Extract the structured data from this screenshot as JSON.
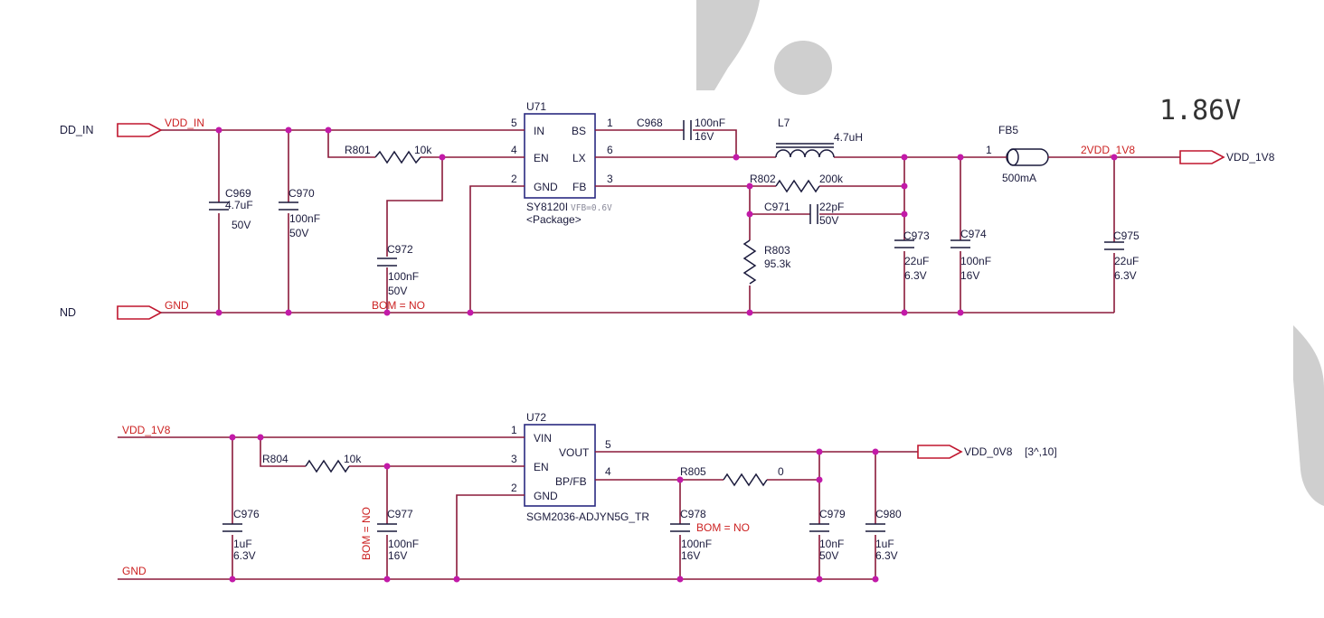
{
  "annotation": {
    "voltage": "1.86V"
  },
  "top_circuit": {
    "left_nets": {
      "vin": "DD_IN",
      "gnd": "ND"
    },
    "net_labels": {
      "vdd_in": "VDD_IN",
      "gnd": "GND",
      "vdd_1v8_node": "2VDD_1V8",
      "out": "VDD_1V8"
    },
    "ic": {
      "ref": "U71",
      "part": "SY8120I",
      "vfb": "VFB=0.6V",
      "package": "<Package>",
      "pins_left": [
        {
          "num": "5",
          "name": "IN"
        },
        {
          "num": "4",
          "name": "EN"
        },
        {
          "num": "2",
          "name": "GND"
        }
      ],
      "pins_right": [
        {
          "num": "1",
          "name": "BS"
        },
        {
          "num": "6",
          "name": "LX"
        },
        {
          "num": "3",
          "name": "FB"
        }
      ]
    },
    "components": {
      "C969": {
        "ref": "C969",
        "value": "4.7uF",
        "voltage": "50V"
      },
      "C970": {
        "ref": "C970",
        "value": "100nF",
        "voltage": "50V"
      },
      "R801": {
        "ref": "R801",
        "value": "10k"
      },
      "C972": {
        "ref": "C972",
        "value": "100nF",
        "voltage": "50V",
        "bom": "BOM = NO"
      },
      "C968": {
        "ref": "C968",
        "value": "100nF",
        "voltage": "16V"
      },
      "L7": {
        "ref": "L7",
        "value": "4.7uH"
      },
      "R802": {
        "ref": "R802",
        "value": "200k"
      },
      "C971": {
        "ref": "C971",
        "value": "22pF",
        "voltage": "50V"
      },
      "R803": {
        "ref": "R803",
        "value": "95.3k"
      },
      "C973": {
        "ref": "C973",
        "value": "22uF",
        "voltage": "6.3V"
      },
      "C974": {
        "ref": "C974",
        "value": "100nF",
        "voltage": "16V"
      },
      "FB5": {
        "ref": "FB5",
        "pin1": "1",
        "current": "500mA"
      },
      "C975": {
        "ref": "C975",
        "value": "22uF",
        "voltage": "6.3V"
      }
    }
  },
  "bottom_circuit": {
    "net_labels": {
      "vin": "VDD_1V8",
      "gnd": "GND",
      "out": "VDD_0V8",
      "out_ref": "[3^,10]"
    },
    "ic": {
      "ref": "U72",
      "part": "SGM2036-ADJYN5G_TR",
      "pins_left": [
        {
          "num": "1",
          "name": "VIN"
        },
        {
          "num": "3",
          "name": "EN"
        },
        {
          "num": "2",
          "name": "GND"
        }
      ],
      "pins_right": [
        {
          "num": "5",
          "name": "VOUT"
        },
        {
          "num": "4",
          "name": "BP/FB"
        }
      ]
    },
    "components": {
      "C976": {
        "ref": "C976",
        "value": "1uF",
        "voltage": "6.3V"
      },
      "R804": {
        "ref": "R804",
        "value": "10k"
      },
      "C977": {
        "ref": "C977",
        "value": "100nF",
        "voltage": "16V",
        "bom": "BOM = NO"
      },
      "R805": {
        "ref": "R805",
        "value": "0"
      },
      "C978": {
        "ref": "C978",
        "value": "100nF",
        "voltage": "16V",
        "bom": "BOM = NO"
      },
      "C979": {
        "ref": "C979",
        "value": "10nF",
        "voltage": "50V"
      },
      "C980": {
        "ref": "C980",
        "value": "1uF",
        "voltage": "6.3V"
      }
    }
  }
}
